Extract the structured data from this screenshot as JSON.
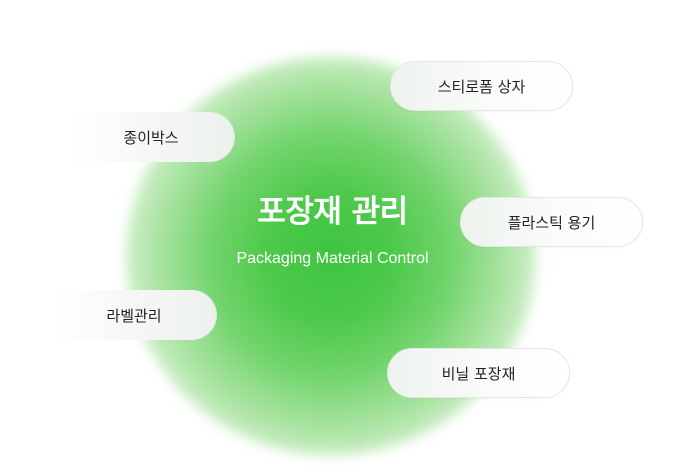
{
  "center": {
    "title": "포장재 관리",
    "subtitle": "Packaging Material Control"
  },
  "items": {
    "styrofoam": "스티로폼 상자",
    "paper_box": "종이박스",
    "plastic": "플라스틱 용기",
    "label": "라벨관리",
    "vinyl": "비닐 포장재"
  },
  "colors": {
    "glow_center": "#3fc43f",
    "background": "#ffffff",
    "pill_text": "#222222"
  }
}
